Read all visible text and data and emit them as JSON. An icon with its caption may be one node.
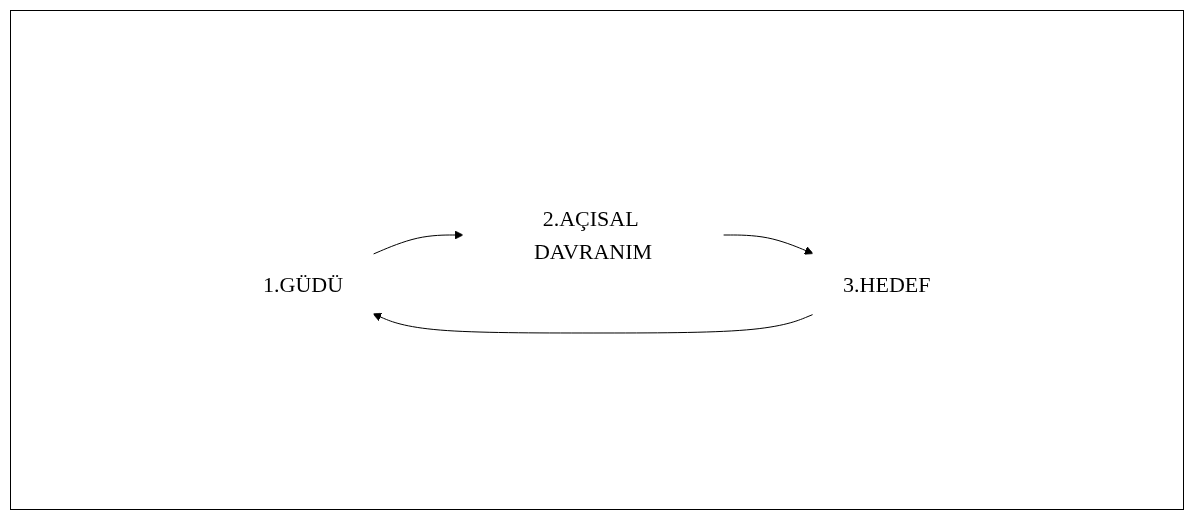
{
  "diagram": {
    "nodes": [
      {
        "text": [
          "1.GÜDÜ"
        ]
      },
      {
        "text": [
          "2.AÇISAL DAVRANIM"
        ]
      },
      {
        "text": [
          "3.HEDEF"
        ]
      }
    ],
    "edges": [
      {
        "from": 0,
        "to": 1,
        "arrow": "to"
      },
      {
        "from": 1,
        "to": 2,
        "arrow": "to"
      },
      {
        "from": 2,
        "to": 0,
        "arrow": "to"
      }
    ]
  }
}
